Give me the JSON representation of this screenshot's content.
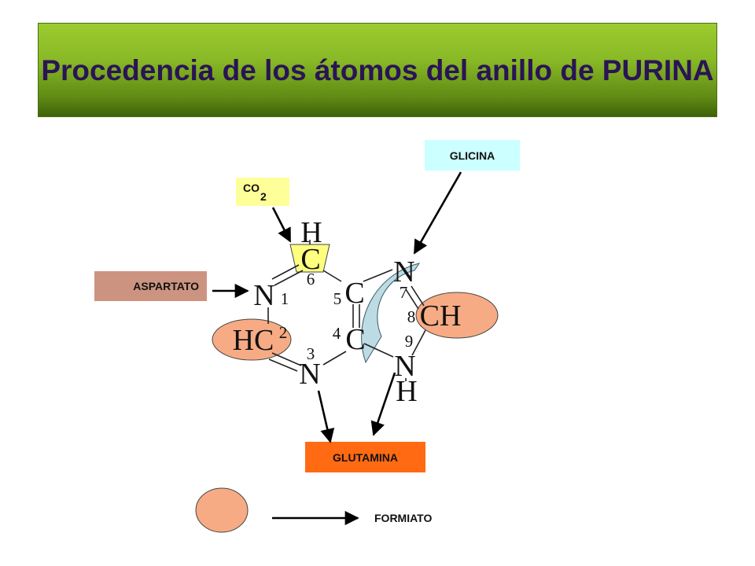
{
  "title": "Procedencia de los átomos del anillo de PURINA",
  "sources": {
    "glicina": "GLICINA",
    "co2_main": "CO",
    "co2_sub": "2",
    "aspartato": "ASPARTATO",
    "glutamina": "GLUTAMINA"
  },
  "legend": {
    "formiato": "FORMIATO"
  },
  "molecule": {
    "atoms": {
      "h_top": "H",
      "c6": "C",
      "n1": "N",
      "hc2": "HC",
      "n3": "N",
      "c5": "C",
      "c4": "C",
      "n7": "N",
      "ch8": "CH",
      "n9": "N",
      "h_bottom": "H"
    },
    "positions": {
      "p1": "1",
      "p2": "2",
      "p3": "3",
      "p4": "4",
      "p5": "5",
      "p6": "6",
      "p7": "7",
      "p8": "8",
      "p9": "9"
    }
  },
  "colors": {
    "title_bg": "#88b826",
    "title_text": "#2a1456",
    "glicina": "#ccffff",
    "co2": "#ffff99",
    "aspartato": "#cc9480",
    "glutamina": "#ff6a13",
    "formiato": "#f7ab84",
    "glicina_region": "#bcdbe3"
  }
}
